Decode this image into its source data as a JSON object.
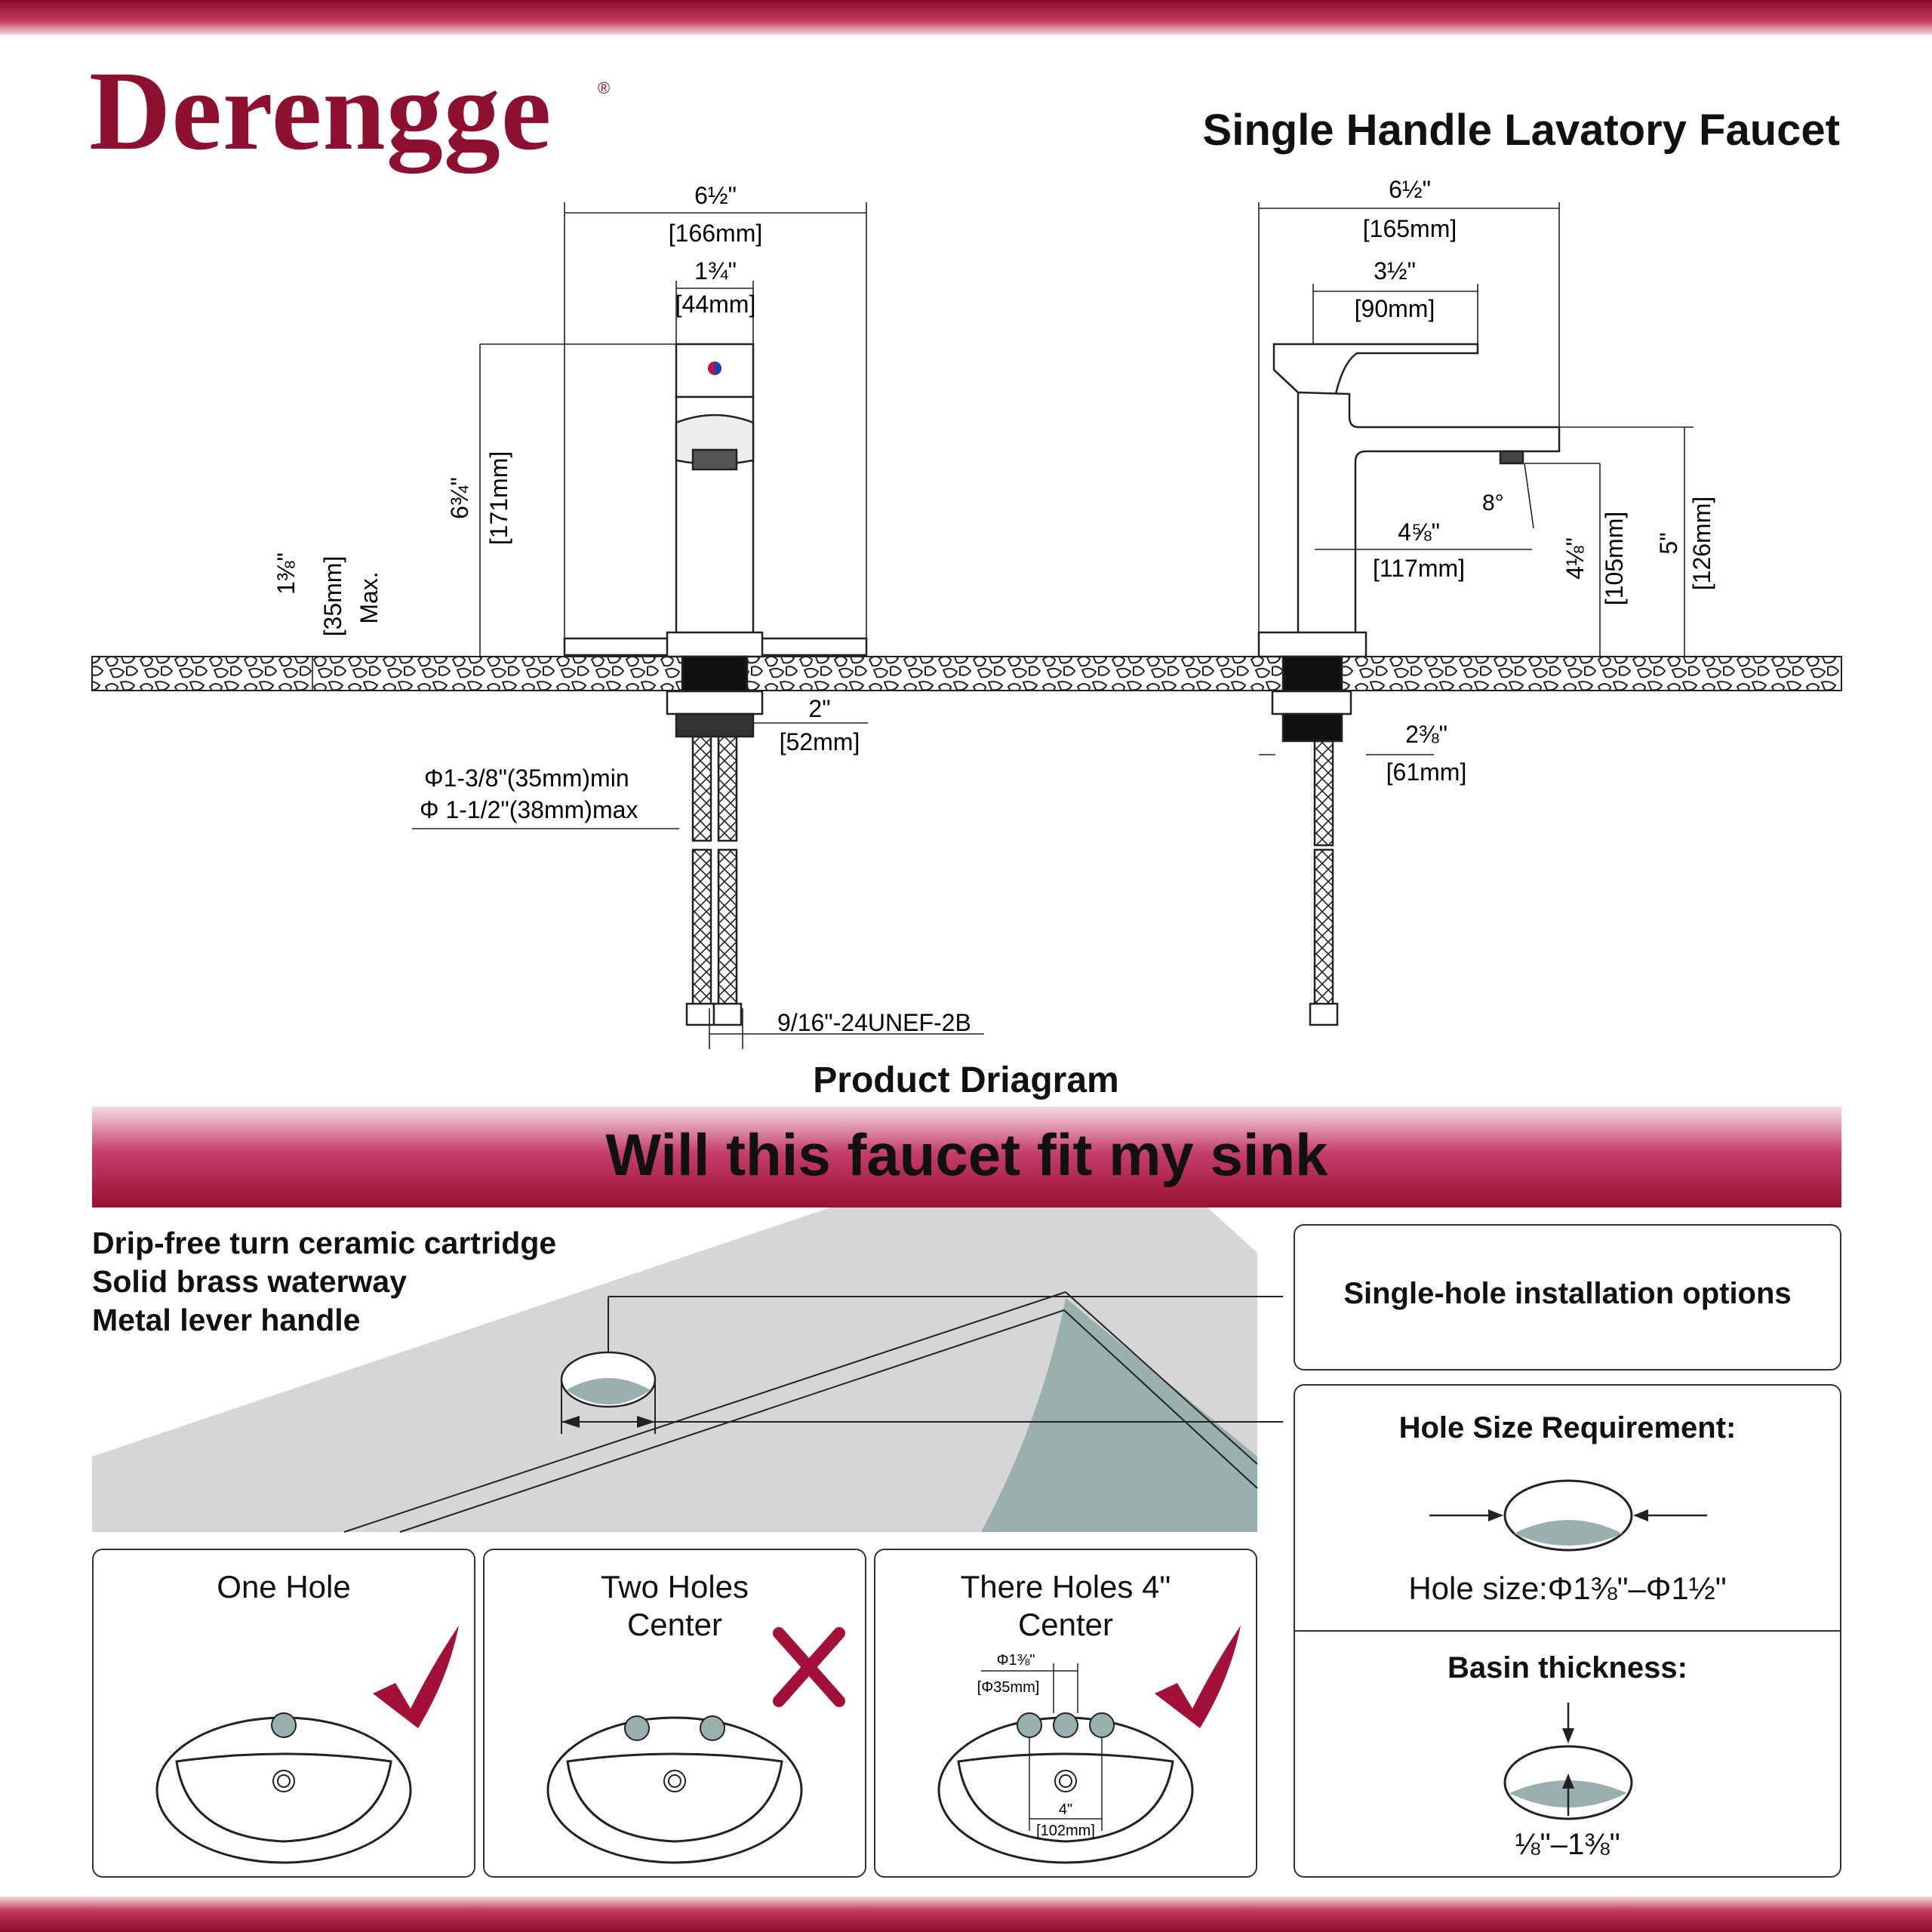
{
  "brand": {
    "logo_text": "Derengge",
    "registered_mark": "®",
    "colors": {
      "primary": "#8e1030",
      "accent": "#c23a5c",
      "check": "#a3103a",
      "hole_fill": "#9ab0ae",
      "countertop": "#d6d6d6"
    }
  },
  "header": {
    "title": "Single Handle Lavatory Faucet"
  },
  "front_view": {
    "overall_width_in": "6½\"",
    "overall_width_mm": "[166mm]",
    "handle_width_in": "1¾\"",
    "handle_width_mm": "[44mm]",
    "height_in": "6¾\"",
    "height_mm": "[171mm]",
    "deck_thickness_in": "1⅜\"",
    "deck_thickness_mm": "[35mm]",
    "deck_thickness_note": "Max.",
    "shank_in": "2\"",
    "shank_mm": "[52mm]",
    "hole_min": "Φ1-3/8\"(35mm)min",
    "hole_max": "Φ 1-1/2\"(38mm)max",
    "connector_thread": "9/16\"-24UNEF-2B"
  },
  "side_view": {
    "overall_width_in": "6½\"",
    "overall_width_mm": "[165mm]",
    "handle_length_in": "3½\"",
    "handle_length_mm": "[90mm]",
    "reach_in": "4⅝\"",
    "reach_mm": "[117mm]",
    "angle": "8°",
    "aerator_height_in": "4⅛\"",
    "aerator_height_mm": "[105mm]",
    "spout_height_in": "5\"",
    "spout_height_mm": "[126mm]",
    "base_in": "2⅜\"",
    "base_mm": "[61mm]"
  },
  "diagram_caption": "Product Driagram",
  "fit_banner": "Will this faucet fit my sink",
  "features": [
    "Drip-free turn ceramic cartridge",
    "Solid brass waterway",
    "Metal lever handle"
  ],
  "install_options": "Single-hole installation options",
  "hole_requirement": {
    "heading": "Hole Size Requirement:",
    "size_label": "Hole size:",
    "size_value": "Φ1⅜\"–Φ1½\""
  },
  "basin": {
    "heading": "Basin thickness:",
    "value": "⅛\"–1⅜\""
  },
  "sink_options": [
    {
      "title_line1": "One Hole",
      "title_line2": "",
      "fit": "check"
    },
    {
      "title_line1": "Two Holes",
      "title_line2": "Center",
      "fit": "cross"
    },
    {
      "title_line1": "There Holes 4\"",
      "title_line2": "Center",
      "fit": "check",
      "hole_dim_in": "Φ1⅜\"",
      "hole_dim_mm": "[Φ35mm]",
      "spacing_in": "4\"",
      "spacing_mm": "[102mm]"
    }
  ]
}
